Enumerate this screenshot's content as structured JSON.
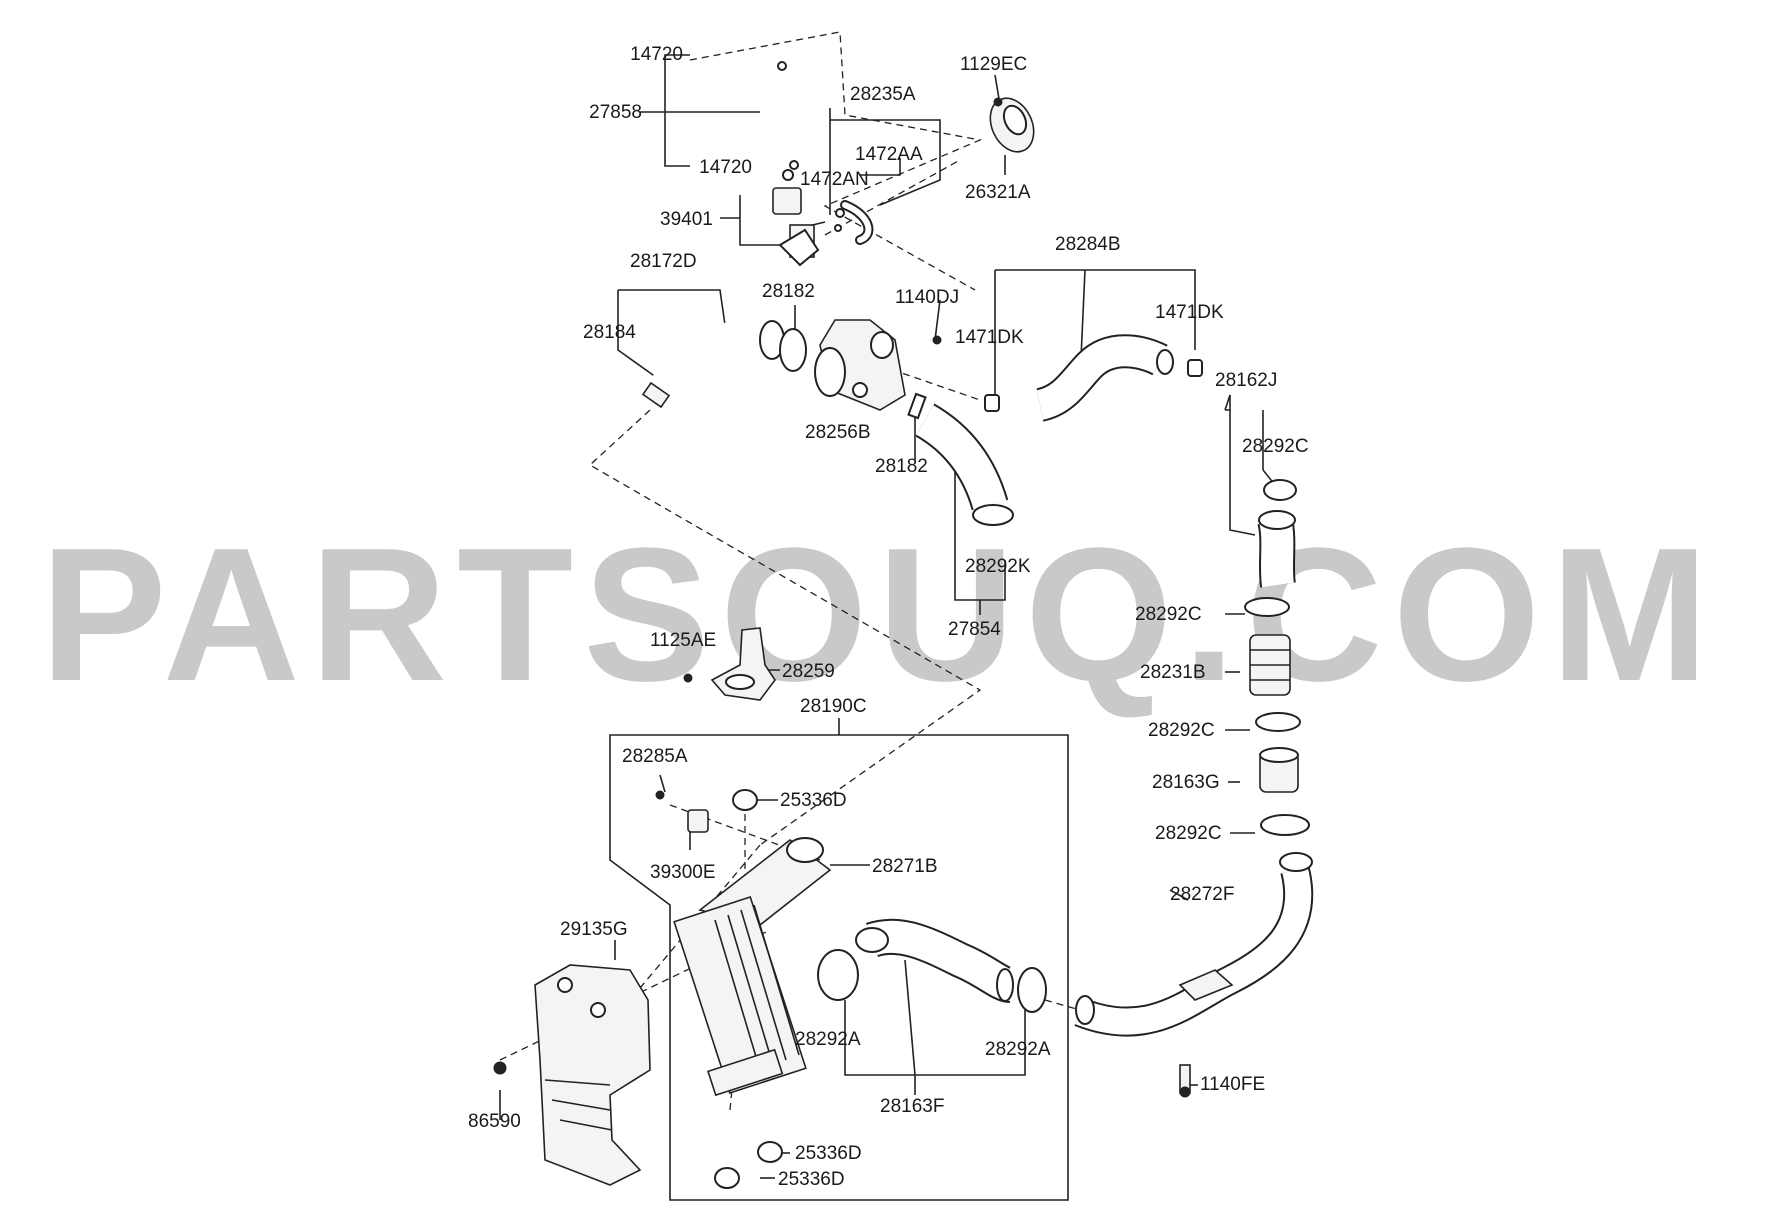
{
  "watermark": "PARTSOUQ.COM",
  "labels": {
    "l14720a": "14720",
    "l27858": "27858",
    "l14720b": "14720",
    "l28235A": "28235A",
    "l1472AA": "1472AA",
    "l1472AN": "1472AN",
    "l1129EC": "1129EC",
    "l26321A": "26321A",
    "l39401": "39401",
    "l28172D": "28172D",
    "l28184": "28184",
    "l28182a": "28182",
    "l1140DJ": "1140DJ",
    "l28284B": "28284B",
    "l1471DKa": "1471DK",
    "l1471DKb": "1471DK",
    "l28162J": "28162J",
    "l28292Ca": "28292C",
    "l28256B": "28256B",
    "l28182b": "28182",
    "l28292K": "28292K",
    "l27854": "27854",
    "l28292Cb": "28292C",
    "l28231B": "28231B",
    "l28292Cc": "28292C",
    "l28163G": "28163G",
    "l28292Cd": "28292C",
    "l1125AE": "1125AE",
    "l28259": "28259",
    "l28190C": "28190C",
    "l28285A": "28285A",
    "l25336Da": "25336D",
    "l39300E": "39300E",
    "l28271B": "28271B",
    "l28272F": "28272F",
    "l29135G": "29135G",
    "l28292Aa": "28292A",
    "l28292Ab": "28292A",
    "l28163F": "28163F",
    "l1140FE": "1140FE",
    "l86590": "86590",
    "l25336Db": "25336D",
    "l25336Dc": "25336D"
  }
}
